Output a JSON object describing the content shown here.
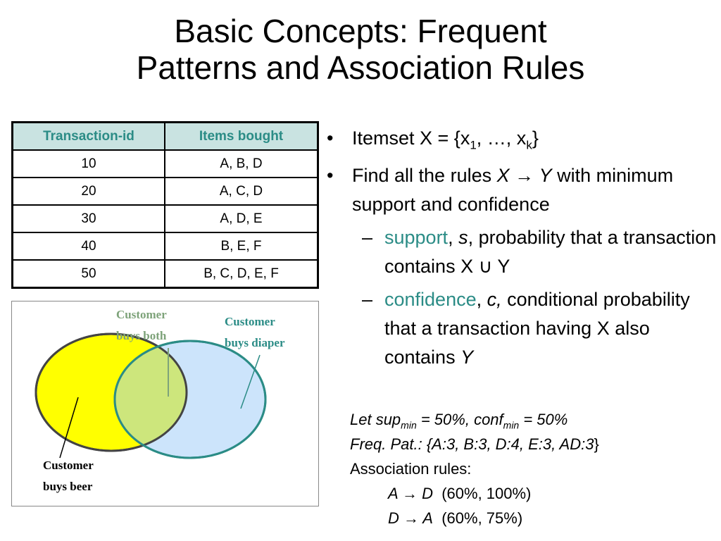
{
  "title": {
    "line1": "Basic Concepts: Frequent",
    "line2": "Patterns and Association Rules"
  },
  "table": {
    "headers": [
      "Transaction-id",
      "Items bought"
    ],
    "rows": [
      [
        "10",
        "A, B, D"
      ],
      [
        "20",
        "A, C, D"
      ],
      [
        "30",
        "A, D, E"
      ],
      [
        "40",
        "B, E, F"
      ],
      [
        "50",
        "B, C, D, E, F"
      ]
    ]
  },
  "venn": {
    "both_l1": "Customer",
    "both_l2": "buys both",
    "diaper_l1": "Customer",
    "diaper_l2": "buys diaper",
    "beer_l1": "Customer",
    "beer_l2": "buys beer",
    "colors": {
      "beer": "#ffff00",
      "diaper": "#cce4fb",
      "overlap": "#cde67c",
      "teal": "#2b8c86"
    }
  },
  "bullets": {
    "b1_dot": "•",
    "b1_a": "Itemset X = {x",
    "b1_sub1": "1",
    "b1_b": ", …, x",
    "b1_subk": "k",
    "b1_c": "}",
    "b2_dot": "•",
    "b2_a": "Find all the rules ",
    "b2_x": "X",
    "b2_arrow": " → ",
    "b2_y": "Y",
    "b2_b": " with minimum support and confidence",
    "s1_dash": "–",
    "s1_term": "support",
    "s1_comma": ", ",
    "s1_var": "s",
    "s1_text": ", probability that a transaction contains X ∪ Y",
    "s2_dash": "–",
    "s2_term": "confidence",
    "s2_comma": ", ",
    "s2_var": "c,",
    "s2_text": " conditional probability that a transaction having X also contains ",
    "s2_y": "Y"
  },
  "rules": {
    "let_a": "Let  sup",
    "let_sub1": "min",
    "let_b": " = 50%,  conf",
    "let_sub2": "min",
    "let_c": " = 50%",
    "freq_a": "Freq. Pat.: {",
    "freq_b": "A:3, B:3, D:4, E:3, AD:3",
    "freq_c": "}",
    "assoc": "Association rules:",
    "r1_rule": "A → D",
    "r1_vals": "  (60%, 100%)",
    "r2_rule": "D → A",
    "r2_vals": "  (60%, 75%)"
  }
}
